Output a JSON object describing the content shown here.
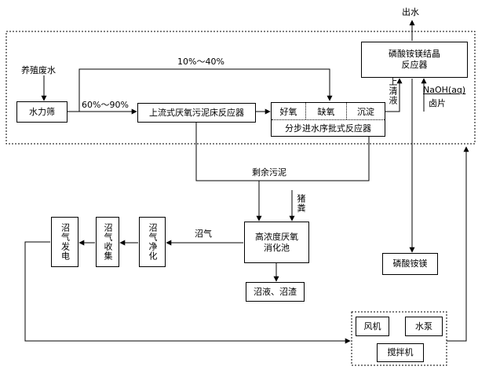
{
  "diagram": {
    "labels": {
      "outlet_water": "出水",
      "livestock_wastewater": "养殖废水",
      "ratio_bypass": "10%～40%",
      "ratio_main": "60%～90%",
      "supernatant": "上清液",
      "naoh": "NaOH(aq)",
      "brine": "卤片",
      "surplus_sludge": "剩余污泥",
      "pig_manure": "猪粪",
      "biogas": "沼气"
    },
    "nodes": {
      "hydraulic_screen": "水力筛",
      "uasb": "上流式厌氧污泥床反应器",
      "sbr_aerobic": "好氧",
      "sbr_anoxic": "缺氧",
      "sbr_settle": "沉淀",
      "sbr_title": "分步进水序批式反应器",
      "struvite_reactor": "磷酸铵镁结晶\n反应器",
      "struvite_product": "磷酸铵镁",
      "digester": "高浓度厌氧\n消化池",
      "biogas_purify": "沼气净化",
      "biogas_collect": "沼气收集",
      "biogas_power": "沼气发电",
      "digestate": "沼液、沼渣",
      "fan": "风机",
      "pump": "水泵",
      "mixer": "搅拌机"
    }
  }
}
